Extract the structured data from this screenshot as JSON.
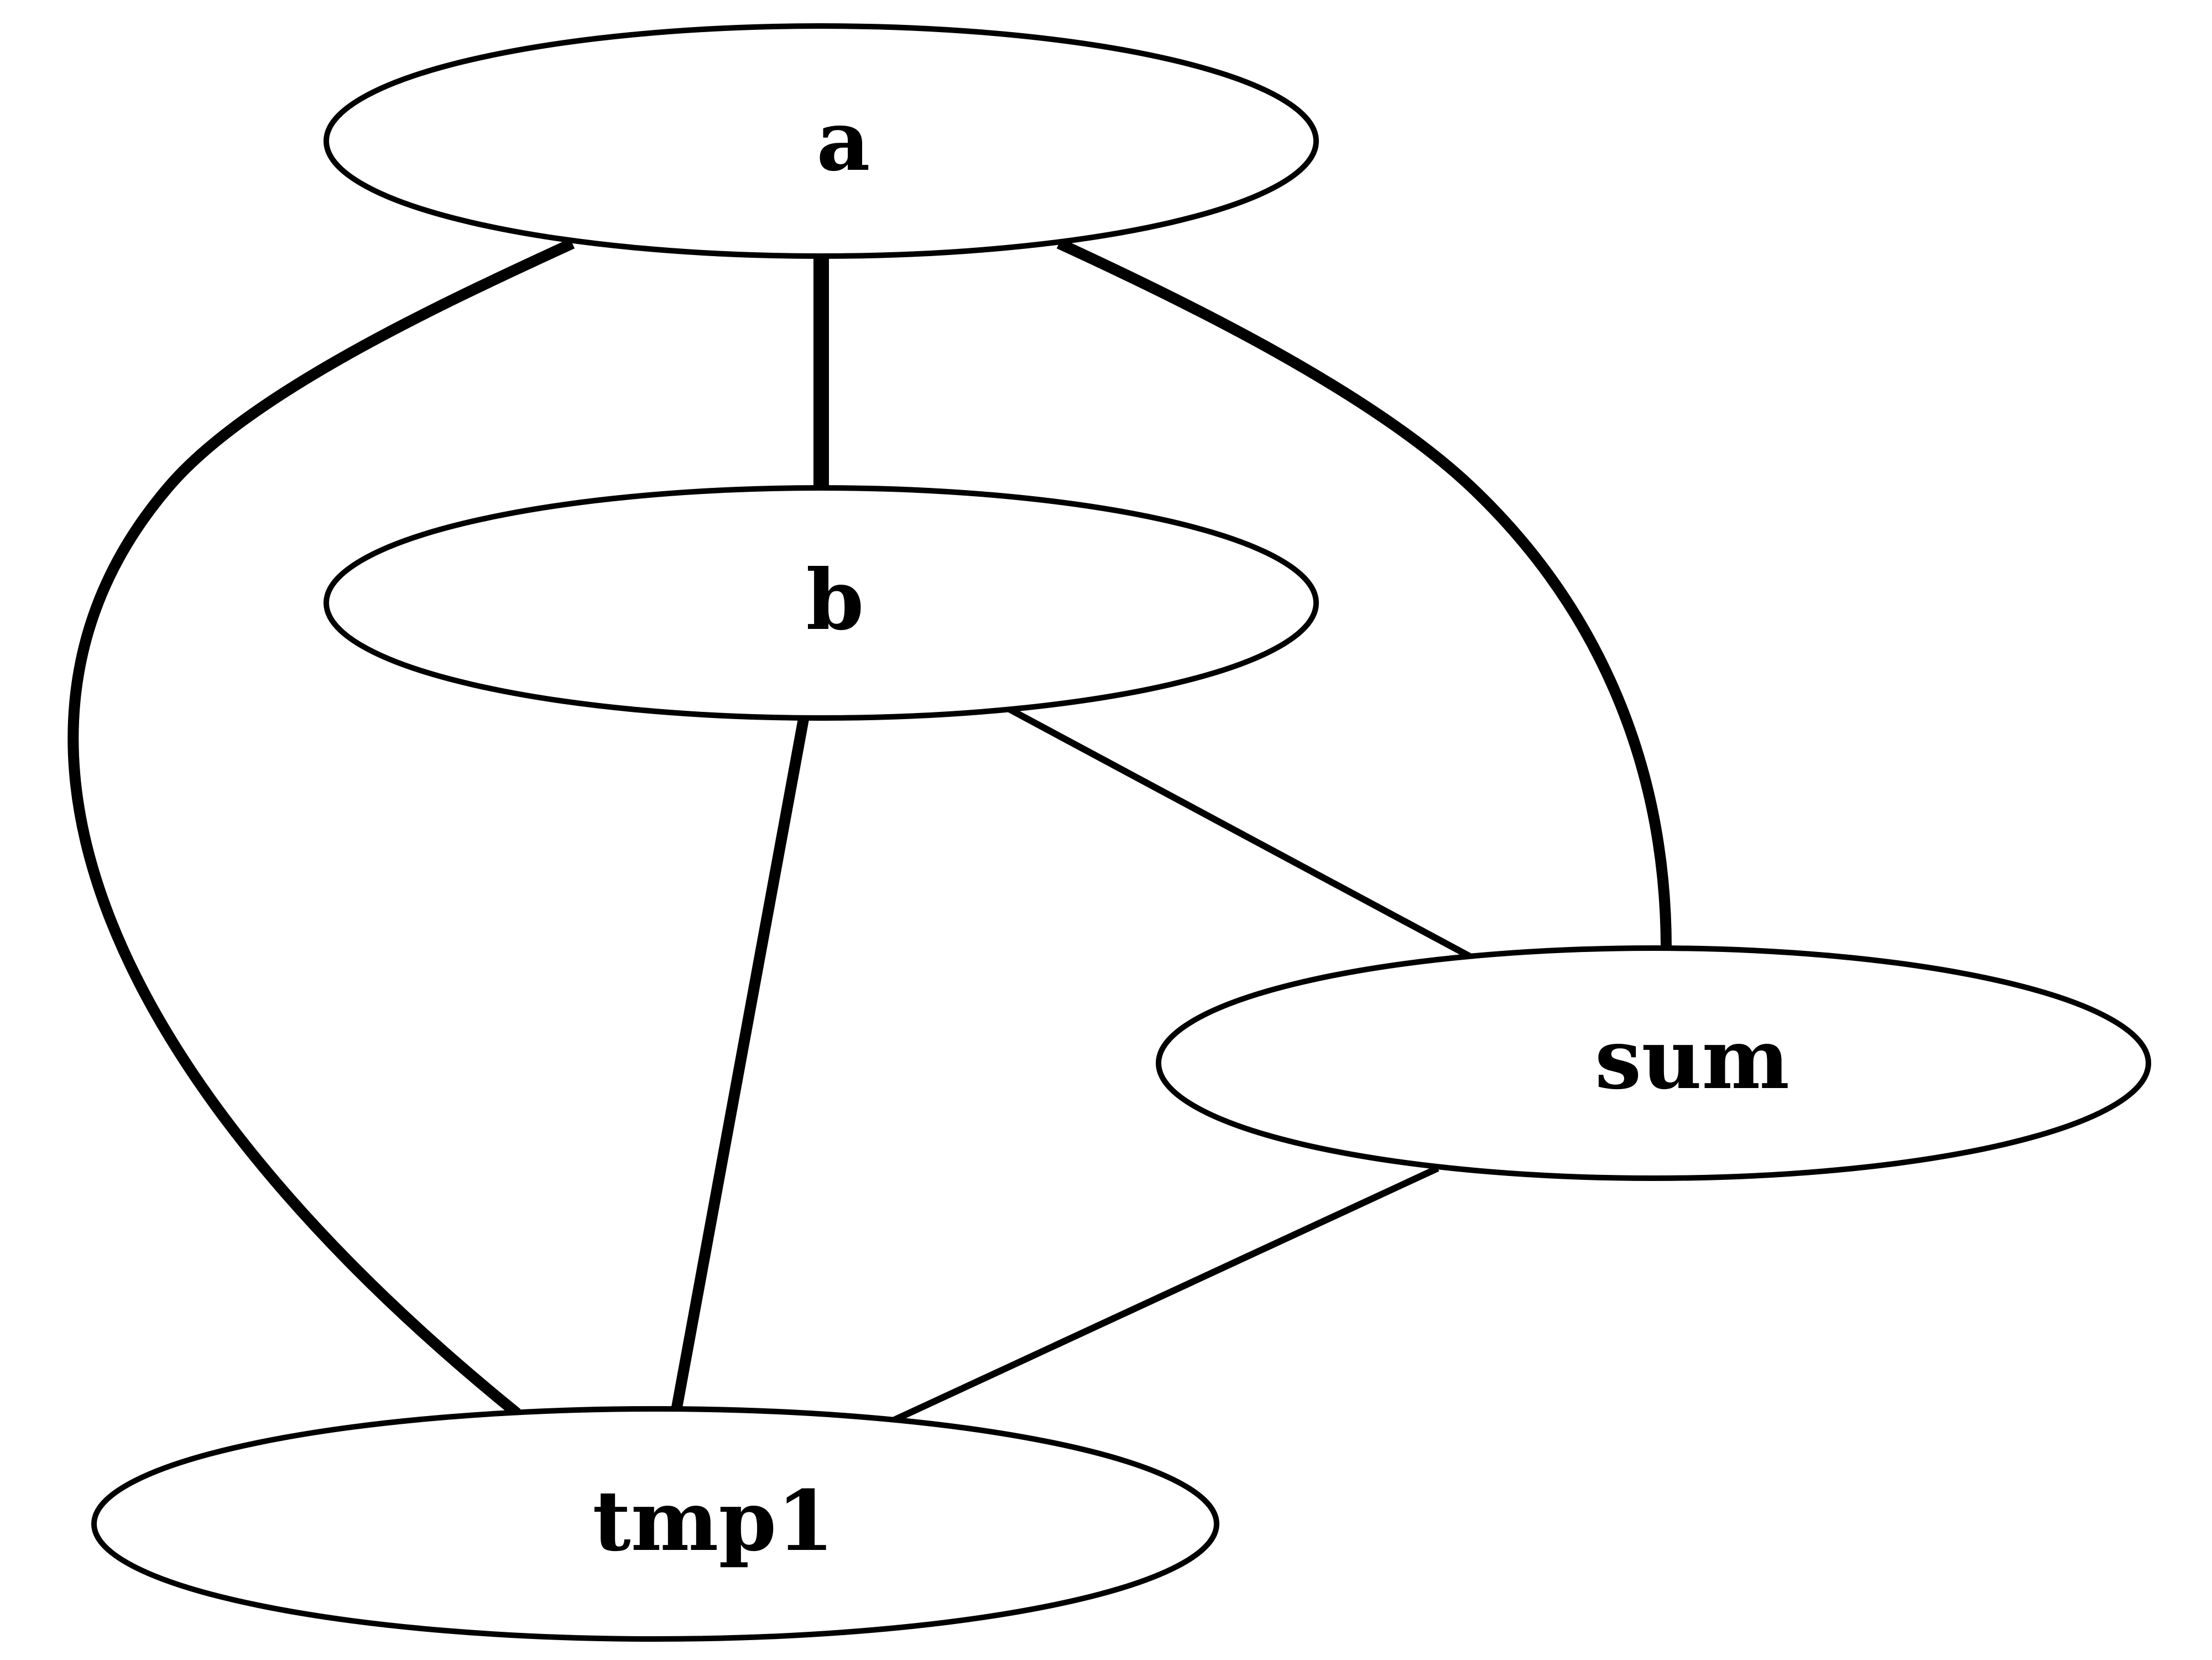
{
  "graph": {
    "nodes": [
      {
        "id": "a",
        "label": "a"
      },
      {
        "id": "b",
        "label": "b"
      },
      {
        "id": "sum",
        "label": "sum"
      },
      {
        "id": "tmp1",
        "label": "tmp1"
      }
    ],
    "edges": [
      {
        "from": "a",
        "to": "b"
      },
      {
        "from": "a",
        "to": "sum"
      },
      {
        "from": "a",
        "to": "tmp1"
      },
      {
        "from": "b",
        "to": "sum"
      },
      {
        "from": "b",
        "to": "tmp1"
      },
      {
        "from": "sum",
        "to": "tmp1"
      }
    ]
  }
}
